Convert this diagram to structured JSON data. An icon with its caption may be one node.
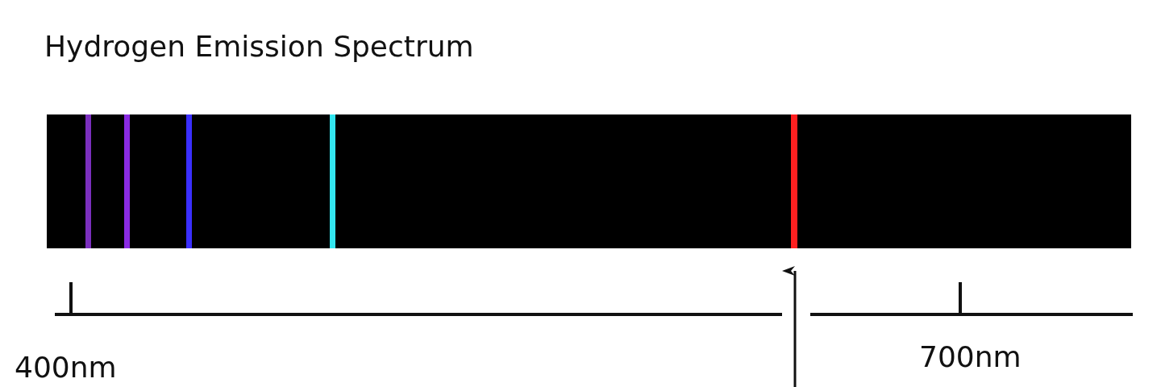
{
  "diagram": {
    "title": "Hydrogen Emission Spectrum",
    "labels": [
      "400nm",
      "700nm"
    ]
  }
}
